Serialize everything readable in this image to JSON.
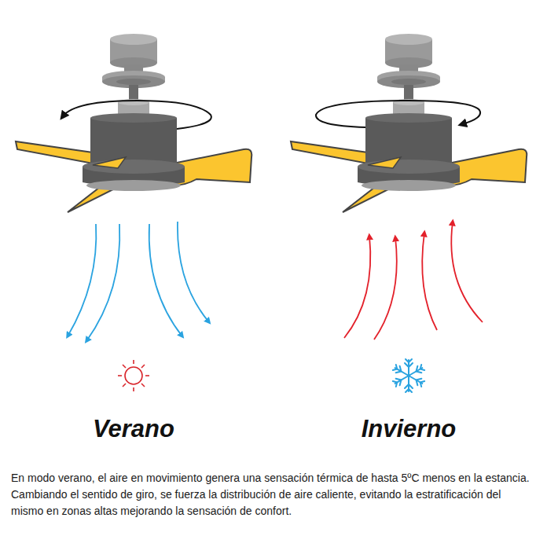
{
  "diagram": {
    "labels": [
      "Verano",
      "Invierno"
    ],
    "caption": "En modo verano, el aire en movimiento genera una sensación térmica de hasta 5ºC menos en la estancia. Cambiando el sentido de giro, se fuerza la distribución de aire caliente, evitando la estratificación del mismo en zonas altas mejorando la sensación de confort."
  }
}
